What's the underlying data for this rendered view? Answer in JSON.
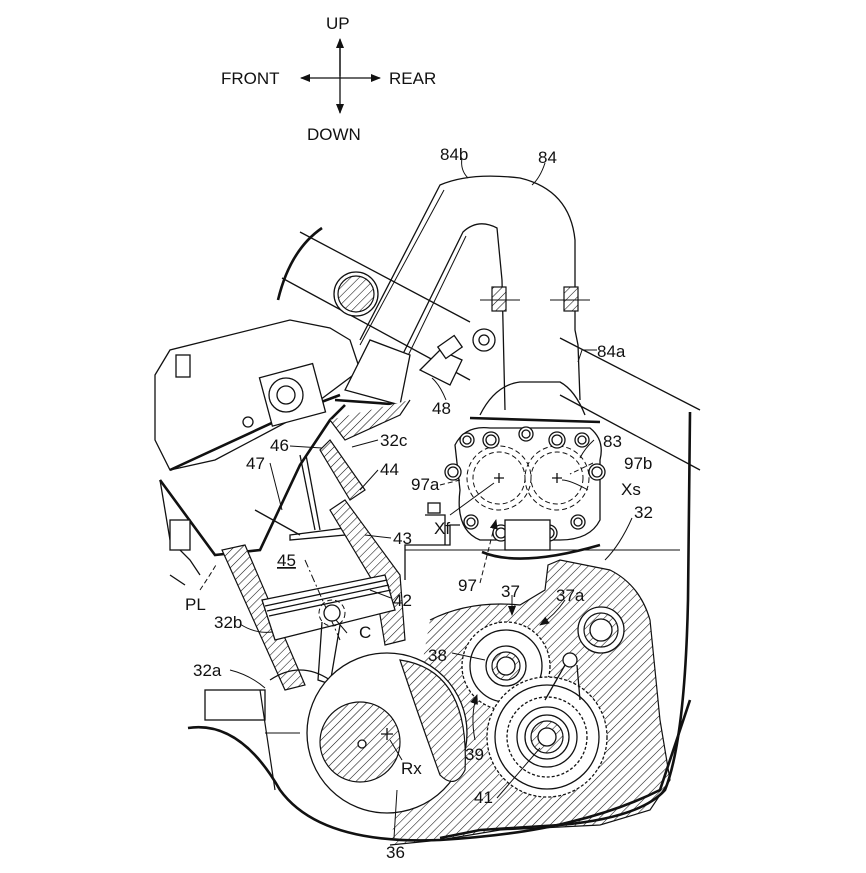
{
  "figure": {
    "type": "patent engine cross-section drawing",
    "background": "#ffffff",
    "ink": "#111111"
  },
  "orientation": {
    "up": "UP",
    "down": "DOWN",
    "front": "FRONT",
    "rear": "REAR"
  },
  "labels": {
    "l84b": "84b",
    "l84": "84",
    "l84a": "84a",
    "l48": "48",
    "l83": "83",
    "l32c": "32c",
    "l46": "46",
    "l47": "47",
    "l44": "44",
    "l97a": "97a",
    "l97b": "97b",
    "lXs": "Xs",
    "lXf": "Xf",
    "l43": "43",
    "l32": "32",
    "l45": "45",
    "l97": "97",
    "l42": "42",
    "lPL": "PL",
    "l32b": "32b",
    "lC": "C",
    "l37": "37",
    "l37a": "37a",
    "l32a": "32a",
    "l38": "38",
    "l39": "39",
    "lRx": "Rx",
    "l41": "41",
    "l36": "36"
  }
}
